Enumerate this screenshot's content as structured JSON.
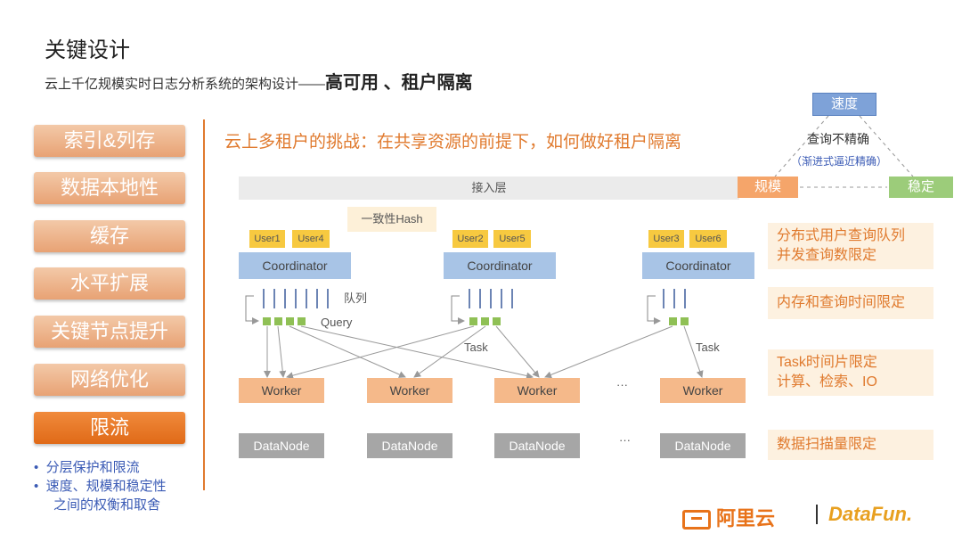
{
  "header": {
    "title": "关键设计",
    "subtitle_prefix": "云上千亿规模实时日志分析系统的架构设计——",
    "subtitle_emph": "高可用 、租户隔离"
  },
  "sidebar": {
    "items": [
      {
        "label": "索引&列存"
      },
      {
        "label": "数据本地性"
      },
      {
        "label": "缓存"
      },
      {
        "label": "水平扩展"
      },
      {
        "label": "关键节点提升"
      },
      {
        "label": "网络优化"
      },
      {
        "label": "限流"
      }
    ],
    "active_index": 6,
    "bullets": [
      "分层保护和限流",
      "速度、规模和稳定性",
      "之间的权衡和取舍"
    ]
  },
  "diagram": {
    "challenge": "云上多租户的挑战：在共享资源的前提下，如何做好租户隔离",
    "access_layer": "接入层",
    "hash": "一致性Hash",
    "groups": [
      {
        "users": [
          "User1",
          "User4"
        ],
        "coordinator": "Coordinator"
      },
      {
        "users": [
          "User2",
          "User5"
        ],
        "coordinator": "Coordinator"
      },
      {
        "users": [
          "User3",
          "User6"
        ],
        "coordinator": "Coordinator"
      }
    ],
    "queue_label": "队列",
    "query_label": "Query",
    "task_label": "Task",
    "worker_label": "Worker",
    "datanode_label": "DataNode",
    "ellipsis": "···",
    "limits": [
      {
        "line1": "分布式用户查询队列",
        "line2": "并发查询数限定"
      },
      {
        "line1": "内存和查询时间限定",
        "line2": ""
      },
      {
        "line1": "Task时间片限定",
        "line2": "计算、检索、IO"
      },
      {
        "line1": "数据扫描量限定",
        "line2": ""
      }
    ]
  },
  "triangle": {
    "speed": "速度",
    "scale": "规模",
    "stable": "稳定",
    "note1": "查询不精确",
    "note2": "（渐进式逼近精确）"
  },
  "logos": {
    "aliyun": "阿里云",
    "datafun": "DataFun."
  },
  "colors": {
    "accent": "#e07a2e",
    "coordinator": "#a8c4e6",
    "worker": "#f5b98a",
    "datanode": "#a6a6a6",
    "user": "#f7c940",
    "queue_dot": "#8fc055"
  }
}
